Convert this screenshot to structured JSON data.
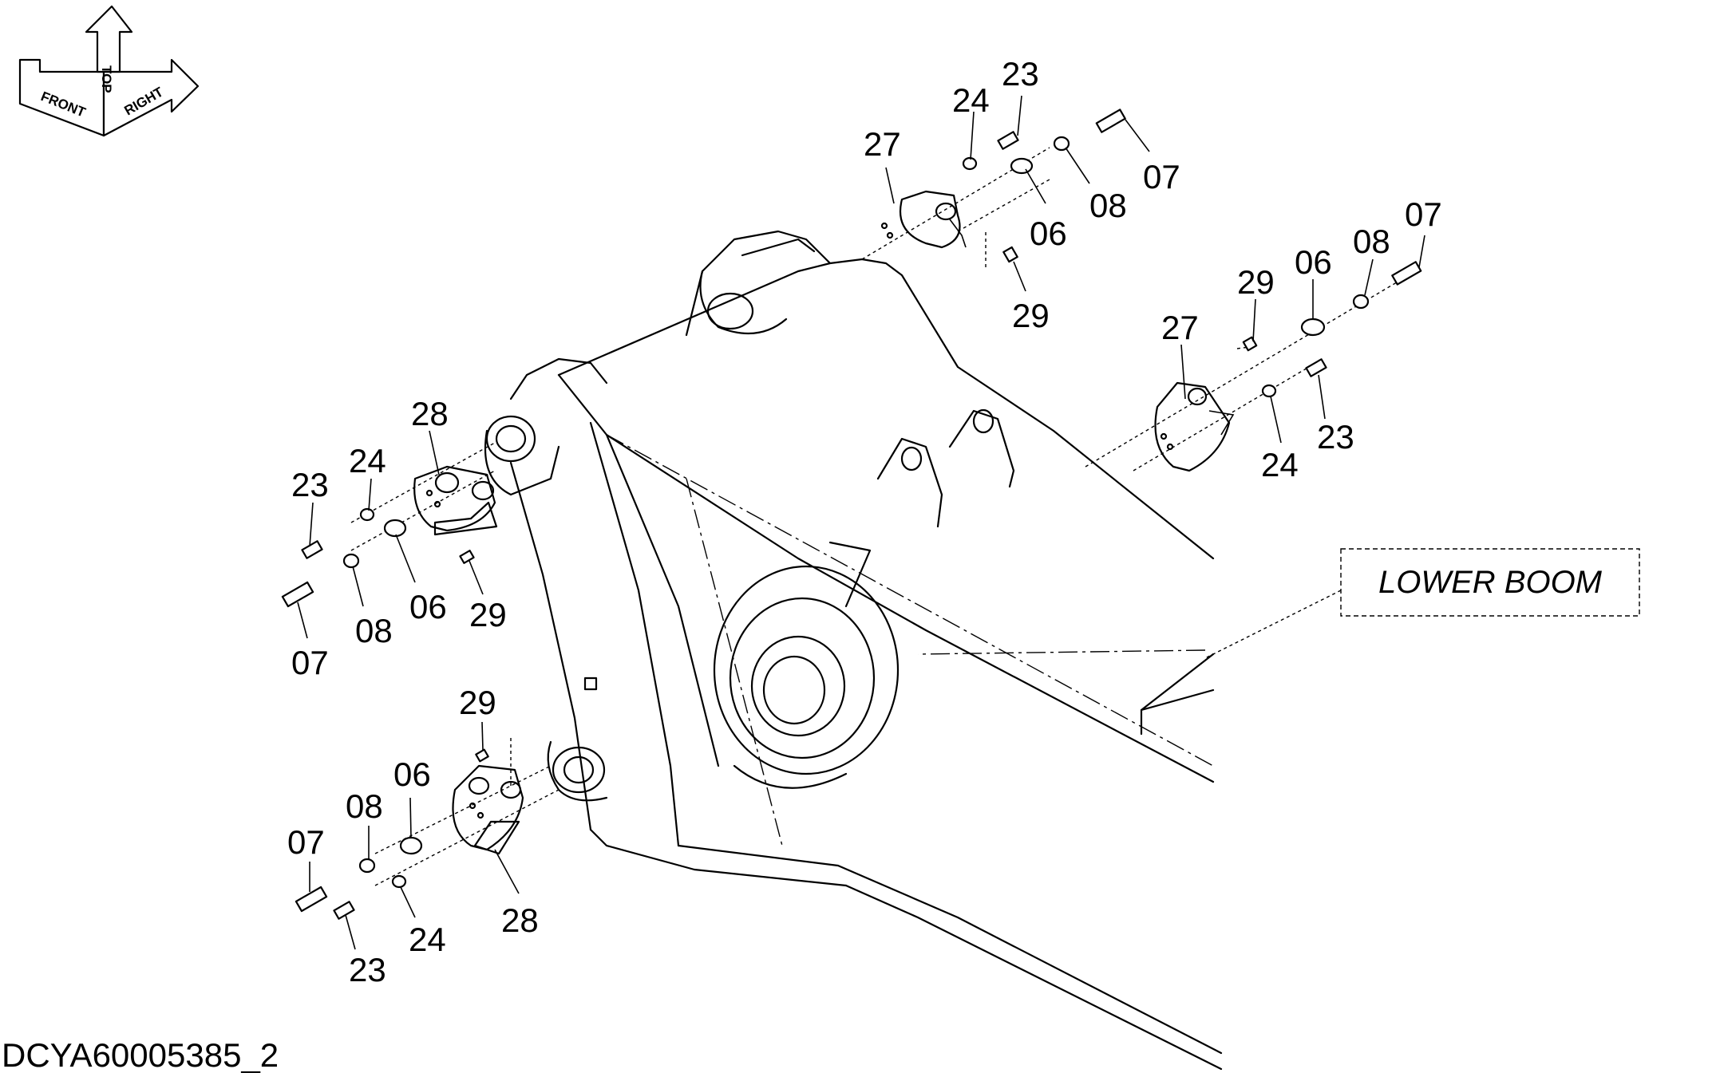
{
  "drawing_code": "DCYA60005385_2",
  "callout": "LOWER BOOM",
  "orientation_icon": {
    "front": "FRONT",
    "top": "TOP",
    "right": "RIGHT"
  },
  "part_numbers": {
    "p06": "06",
    "p07": "07",
    "p08": "08",
    "p23": "23",
    "p24": "24",
    "p27": "27",
    "p28": "28",
    "p29": "29"
  }
}
